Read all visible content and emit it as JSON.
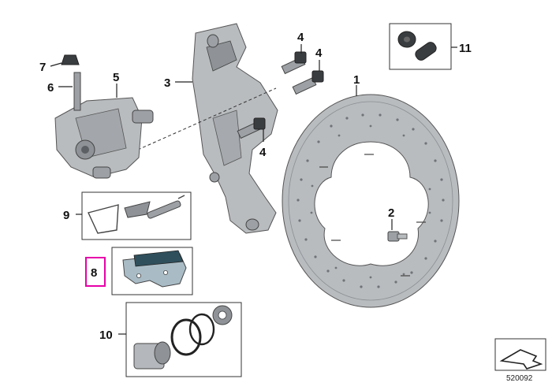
{
  "diagram": {
    "labels": {
      "rotor": "1",
      "rotor_bolt": "2",
      "bracket": "3",
      "bolt_a": "4",
      "bolt_b": "4",
      "bolt_c": "4",
      "caliper": "5",
      "bleed_valve": "6",
      "bleed_cap": "7",
      "pad_set": "8",
      "pin_set": "9",
      "piston_set": "10",
      "grommet_set": "11"
    },
    "diagram_number": "520092",
    "highlight_color": "#e600a8",
    "corner_icon": "direction-arrow-icon"
  }
}
